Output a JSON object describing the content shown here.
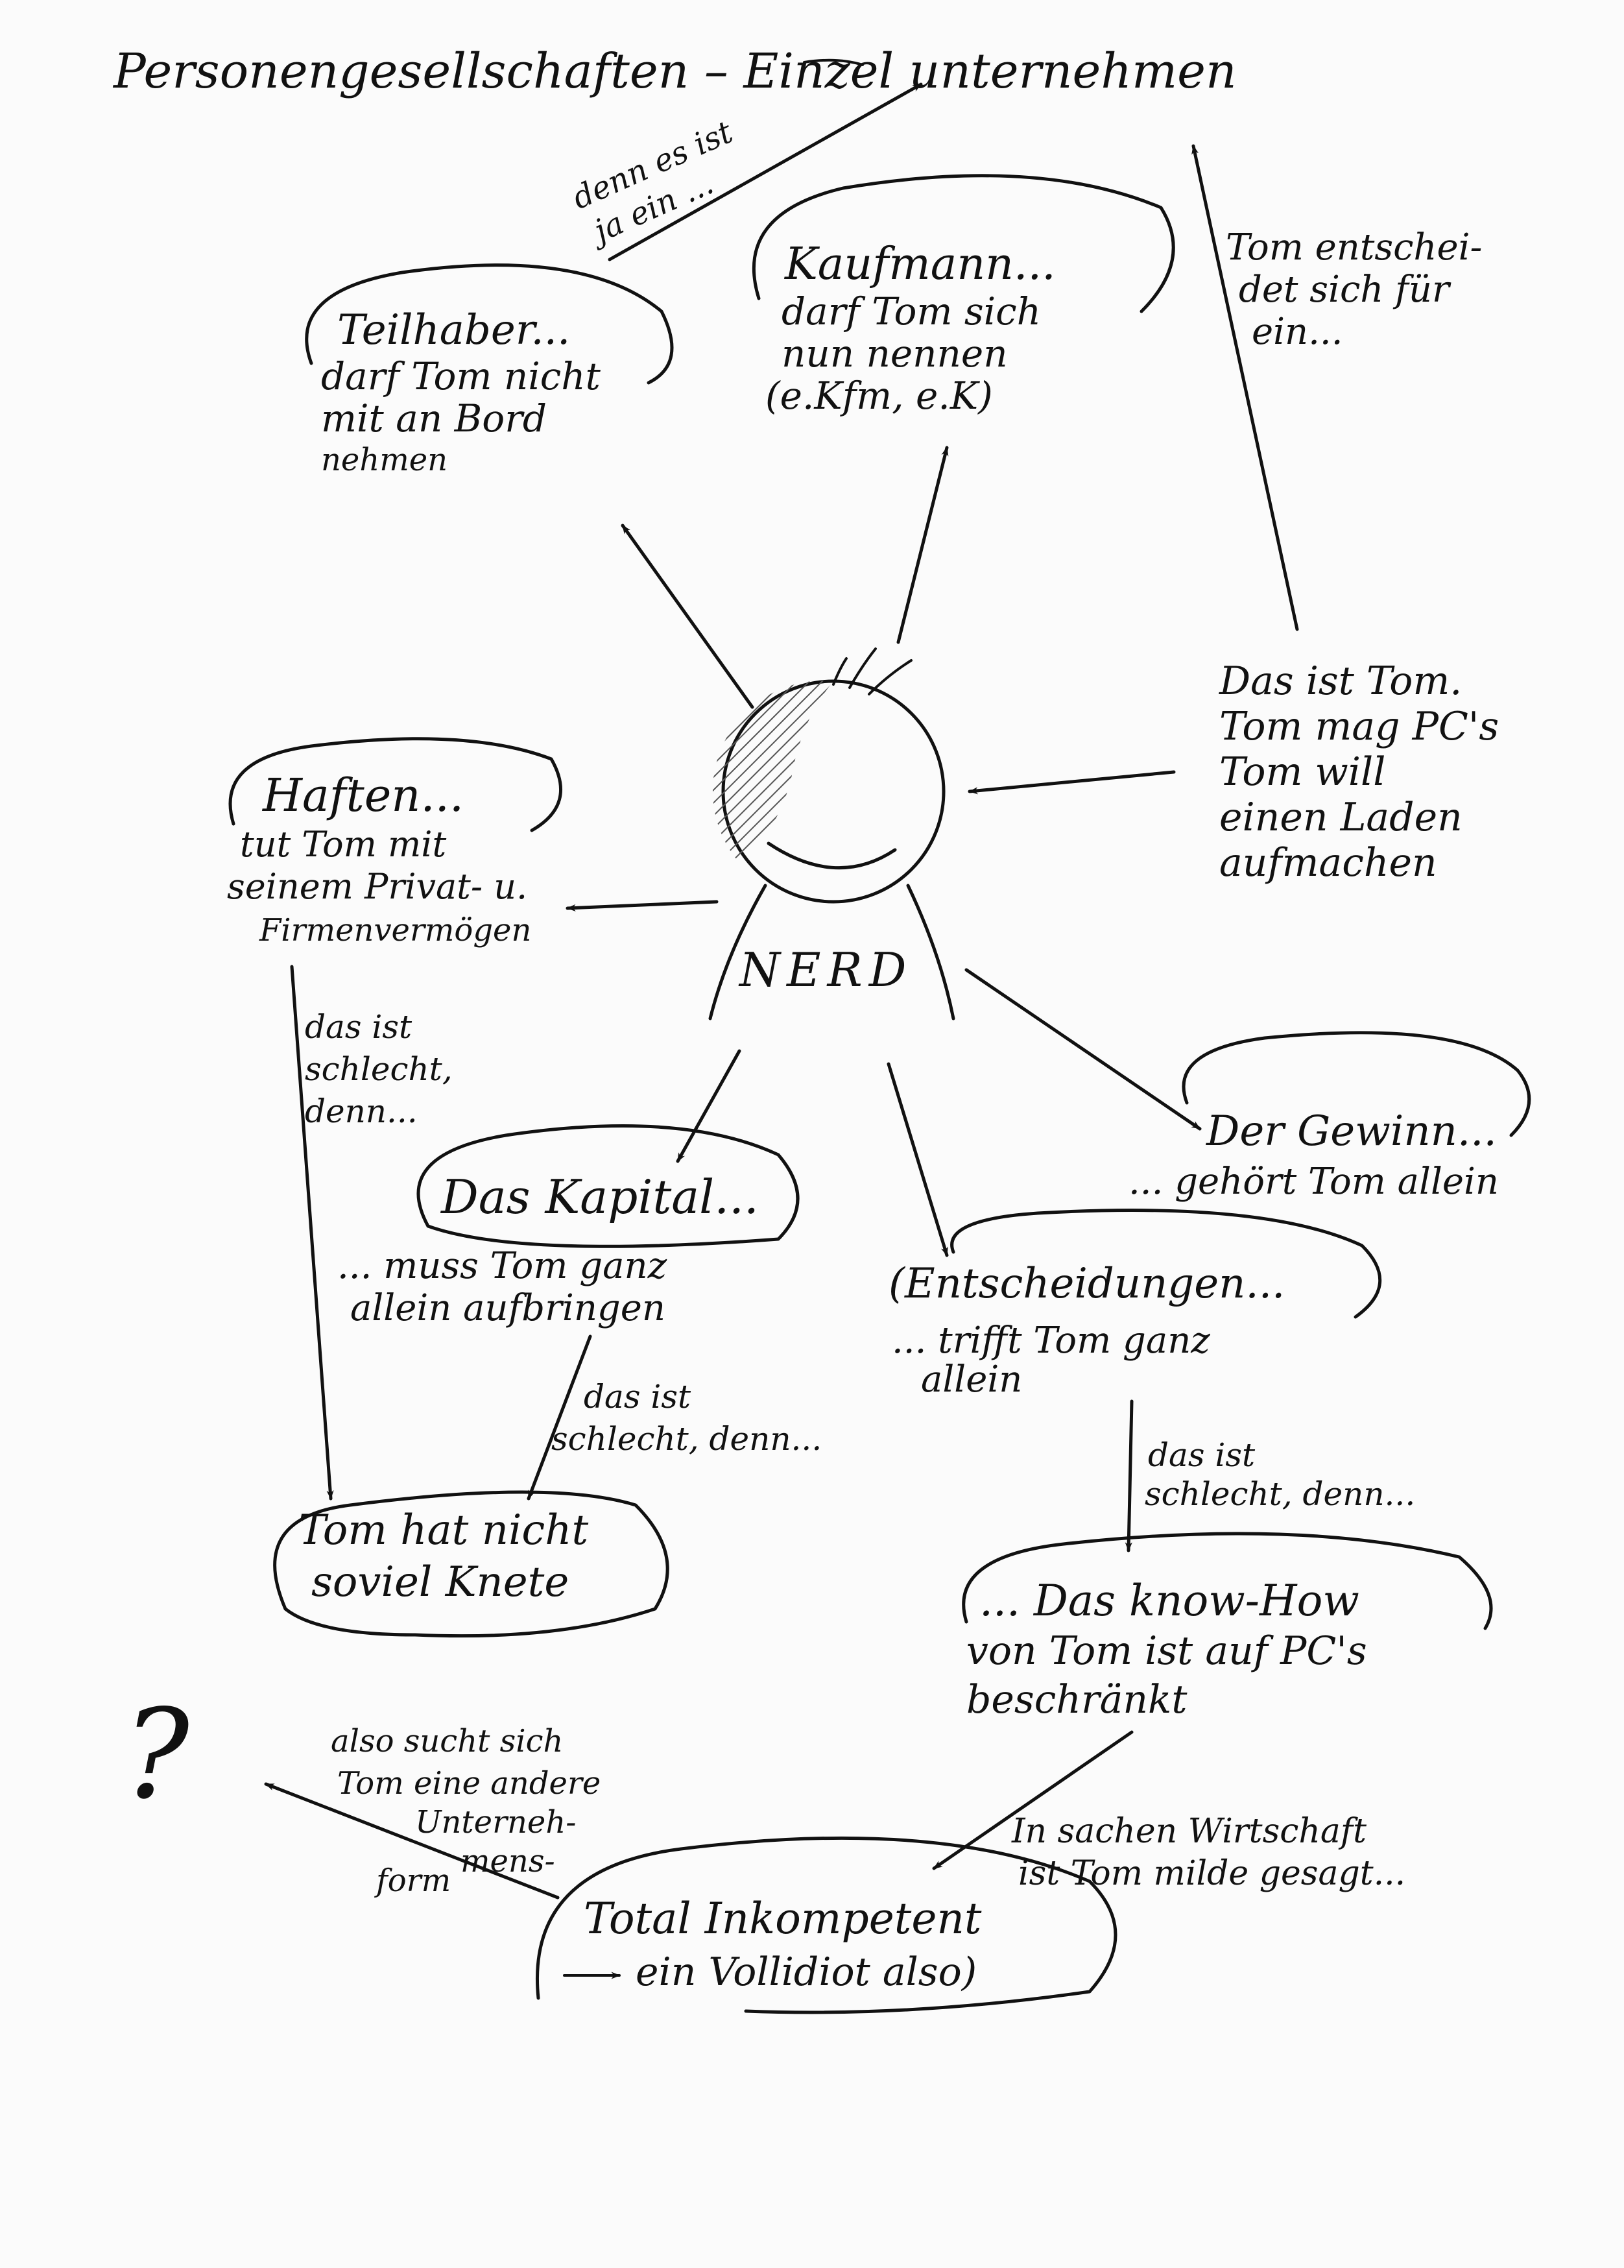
{
  "title": "Personengesellschaften – Einzel unternehmen",
  "center_label": "NERD",
  "nodes": {
    "tom_intro": [
      "Das ist Tom.",
      "Tom mag PC's",
      "Tom will",
      "einen Laden",
      "aufmachen"
    ],
    "teilhaber": [
      "Teilhaber...",
      "darf Tom nicht",
      "mit an Bord",
      "nehmen"
    ],
    "kaufmann": [
      "Kaufmann...",
      "darf Tom sich",
      "nun nennen",
      "(e.Kfm, e.K)"
    ],
    "entscheidet": [
      "Tom entschei-",
      "det sich für",
      "ein..."
    ],
    "haften": [
      "Haften...",
      "tut Tom mit",
      "seinem Privat- u.",
      "Firmenvermögen"
    ],
    "gewinn": [
      "Der Gewinn...",
      "... gehört Tom allein"
    ],
    "kapital": [
      "Das Kapital...",
      "... muss Tom ganz",
      "allein aufbringen"
    ],
    "entscheidungen": [
      "(Entscheidungen...",
      "... trifft Tom ganz",
      "allein"
    ],
    "knete": [
      "Tom hat nicht",
      "soviel Knete"
    ],
    "knowhow": [
      "... Das know-How",
      "von Tom ist auf PC's",
      "beschränkt"
    ],
    "inkompetent": [
      "Total Inkompetent",
      "ein Vollidiot also)"
    ],
    "question_mark": "?"
  },
  "edge_labels": {
    "denn": [
      "denn es ist",
      "ja ein ..."
    ],
    "schlecht_1": [
      "das ist",
      "schlecht,",
      "denn..."
    ],
    "schlecht_2": [
      "das ist",
      "schlecht, denn..."
    ],
    "schlecht_3": [
      "das ist",
      "schlecht, denn..."
    ],
    "wirtschaft": [
      "In sachen Wirtschaft",
      "ist Tom milde gesagt..."
    ],
    "also": [
      "also sucht sich",
      "Tom eine andere",
      "Unterneh-",
      "mens-",
      "form"
    ]
  },
  "colors": {
    "ink": "#111111",
    "paper": "#fbfbfb",
    "shade": "#555555"
  }
}
